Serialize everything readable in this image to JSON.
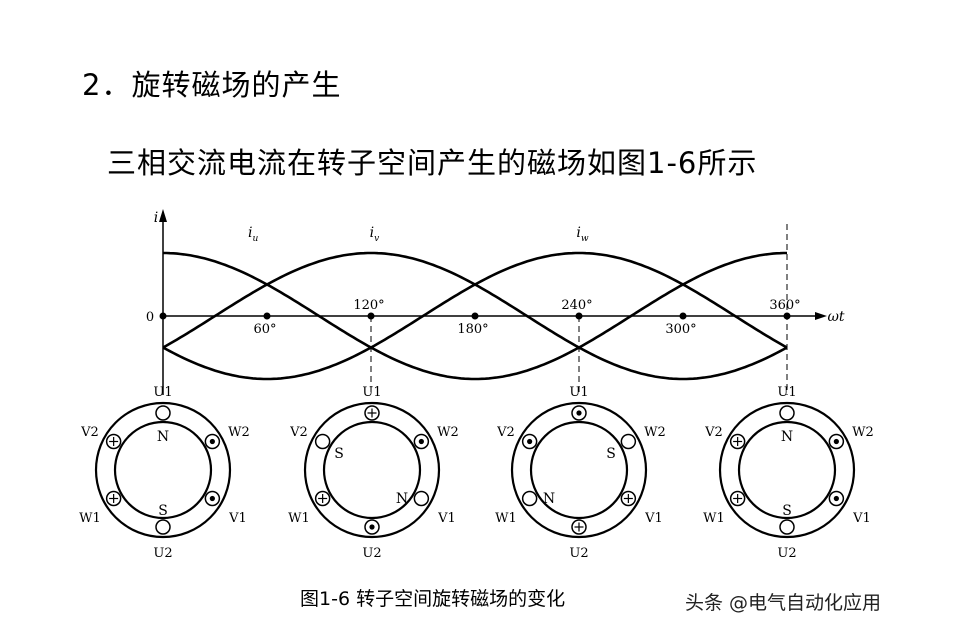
{
  "heading": "2．旋转磁场的产生",
  "subheading": "三相交流电流在转子空间产生的磁场如图1-6所示",
  "chart": {
    "y_axis_label": "i",
    "x_axis_label": "ωt",
    "origin_label": "0",
    "angle_labels": [
      {
        "deg": 60,
        "text": "60°",
        "pos": "below"
      },
      {
        "deg": 120,
        "text": "120°",
        "pos": "above"
      },
      {
        "deg": 180,
        "text": "180°",
        "pos": "below"
      },
      {
        "deg": 240,
        "text": "240°",
        "pos": "above"
      },
      {
        "deg": 300,
        "text": "300°",
        "pos": "below"
      },
      {
        "deg": 360,
        "text": "360°",
        "pos": "above"
      }
    ],
    "curves": [
      {
        "label": "i",
        "sub": "u",
        "phase": 0
      },
      {
        "label": "i",
        "sub": "v",
        "phase": 120
      },
      {
        "label": "i",
        "sub": "w",
        "phase": 240
      }
    ]
  },
  "stators": [
    {
      "U1": "U1",
      "U2": "U2",
      "V1": "V1",
      "V2": "V2",
      "W1": "W1",
      "W2": "W2",
      "coils": {
        "U1": "empty",
        "U2": "empty",
        "V1": "dot",
        "V2": "cross",
        "W1": "cross",
        "W2": "dot"
      },
      "poles": [
        {
          "text": "N",
          "where": "top"
        },
        {
          "text": "S",
          "where": "bottom"
        }
      ]
    },
    {
      "U1": "U1",
      "U2": "U2",
      "V1": "V1",
      "V2": "V2",
      "W1": "W1",
      "W2": "W2",
      "coils": {
        "U1": "cross",
        "U2": "dot",
        "V1": "empty",
        "V2": "empty",
        "W1": "cross",
        "W2": "dot"
      },
      "poles": [
        {
          "text": "S",
          "where": "upper-left"
        },
        {
          "text": "N",
          "where": "lower-right"
        }
      ]
    },
    {
      "U1": "U1",
      "U2": "U2",
      "V1": "V1",
      "V2": "V2",
      "W1": "W1",
      "W2": "W2",
      "coils": {
        "U1": "dot",
        "U2": "cross",
        "V1": "cross",
        "V2": "dot",
        "W1": "empty",
        "W2": "empty"
      },
      "poles": [
        {
          "text": "S",
          "where": "upper-right"
        },
        {
          "text": "N",
          "where": "lower-left"
        }
      ]
    },
    {
      "U1": "U1",
      "U2": "U2",
      "V1": "V1",
      "V2": "V2",
      "W1": "W1",
      "W2": "W2",
      "coils": {
        "U1": "empty",
        "U2": "empty",
        "V1": "dot",
        "V2": "cross",
        "W1": "cross",
        "W2": "dot"
      },
      "poles": [
        {
          "text": "N",
          "where": "top"
        },
        {
          "text": "S",
          "where": "bottom"
        }
      ]
    }
  ],
  "caption": "图1-6  转子空间旋转磁场的变化",
  "watermark": "头条 @电气自动化应用"
}
